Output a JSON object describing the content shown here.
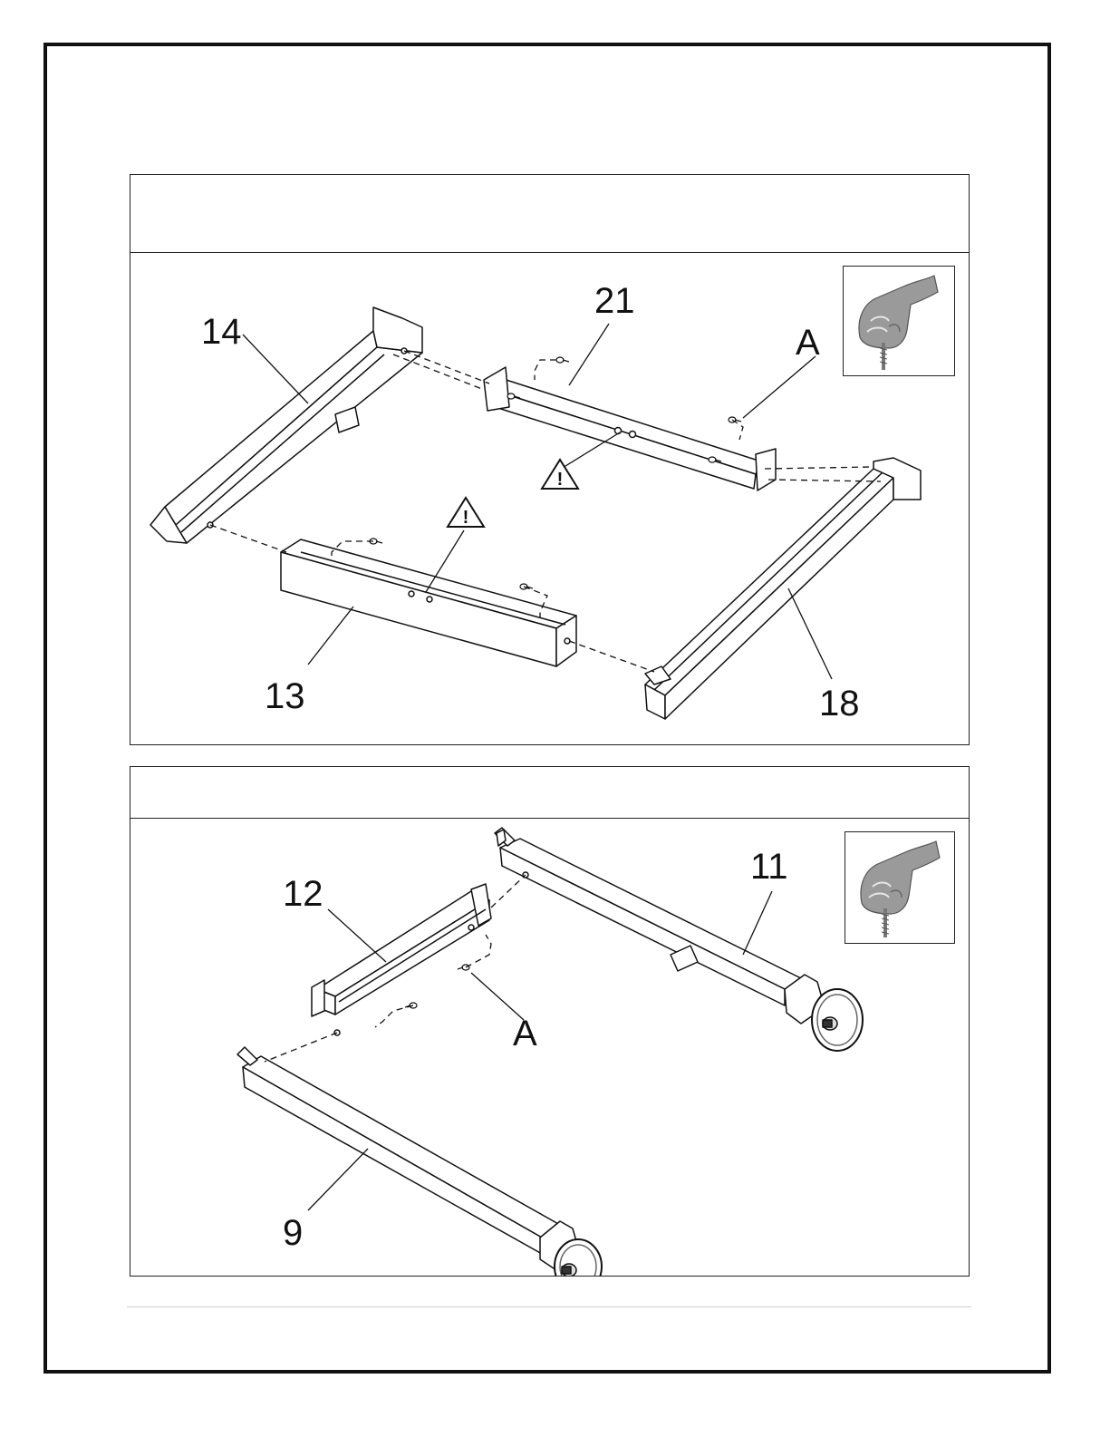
{
  "steps": [
    {
      "header_text": "",
      "callouts": {
        "part_14": "14",
        "part_21": "21",
        "hardware_a": "A",
        "part_13": "13",
        "part_18": "18"
      },
      "warning_icons": [
        "warning-triangle-icon",
        "warning-triangle-icon"
      ],
      "tool_icon": "hand-tighten-screw-icon"
    },
    {
      "header_text": "",
      "callouts": {
        "part_12": "12",
        "part_11": "11",
        "hardware_a": "A",
        "part_9": "9"
      },
      "tool_icon": "hand-tighten-screw-icon"
    }
  ],
  "colors": {
    "line": "#111111",
    "border": "#222222",
    "hand": "#9a9a9a"
  }
}
